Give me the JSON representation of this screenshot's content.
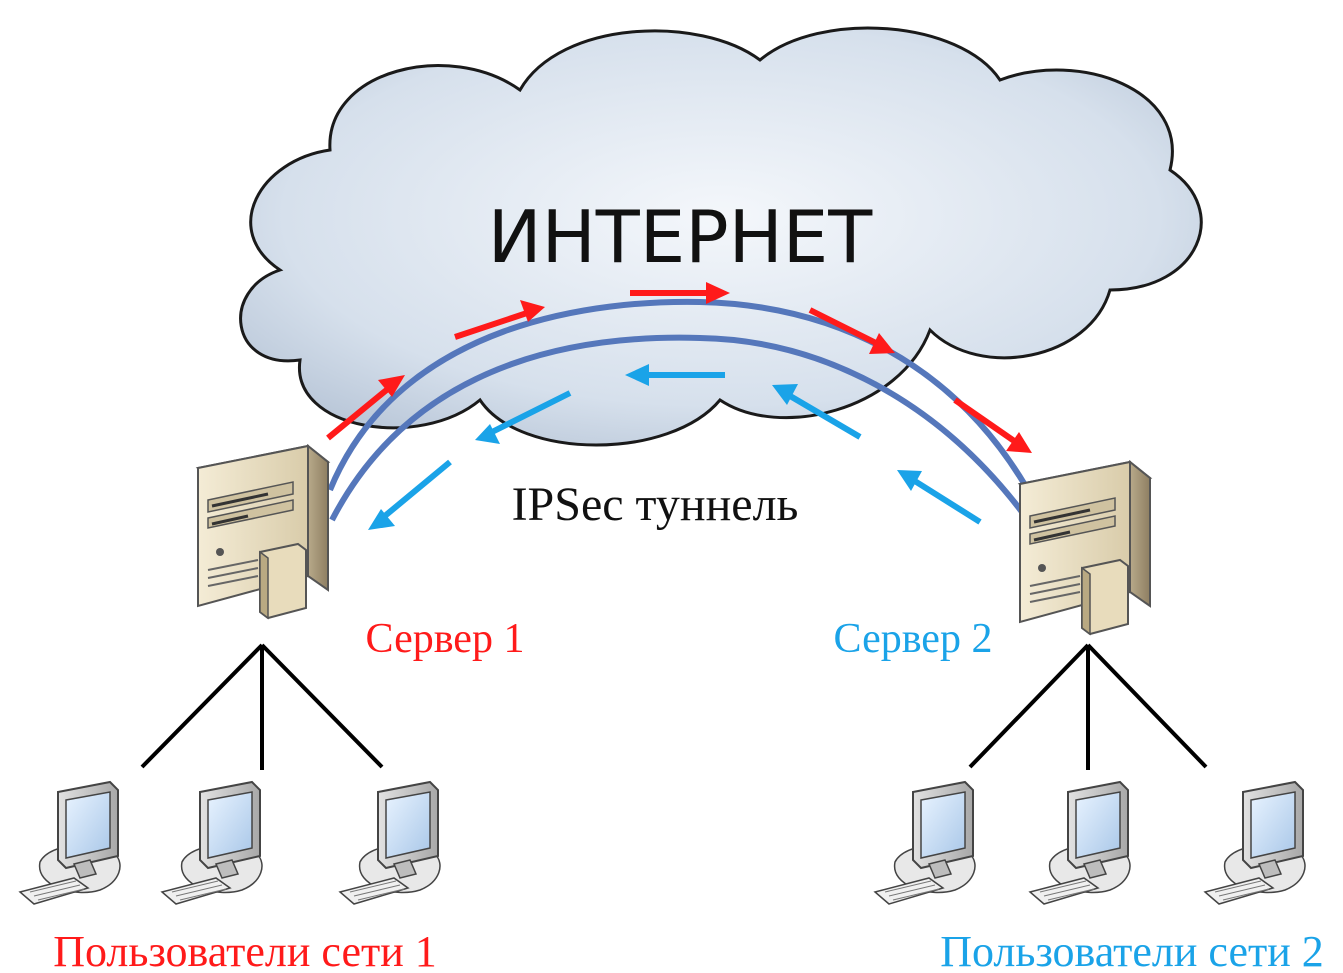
{
  "cloud": {
    "label": "ИНТЕРНЕТ"
  },
  "tunnel": {
    "label": "IPSec туннель"
  },
  "server1": {
    "label": "Сервер 1",
    "color": "#ff1a1a"
  },
  "server2": {
    "label": "Сервер 2",
    "color": "#1aa3e8"
  },
  "network1": {
    "label": "Пользователи сети 1",
    "color": "#ff1a1a"
  },
  "network2": {
    "label": "Пользователи сети 2",
    "color": "#1aa3e8"
  },
  "colors": {
    "tunnel_line": "#5577bb",
    "outbound_arrow": "#ff1a1a",
    "inbound_arrow": "#1aa3e8",
    "link_line": "#000000"
  },
  "icons": {
    "cloud": "cloud-icon",
    "server": "server-icon",
    "workstation": "computer-icon"
  }
}
